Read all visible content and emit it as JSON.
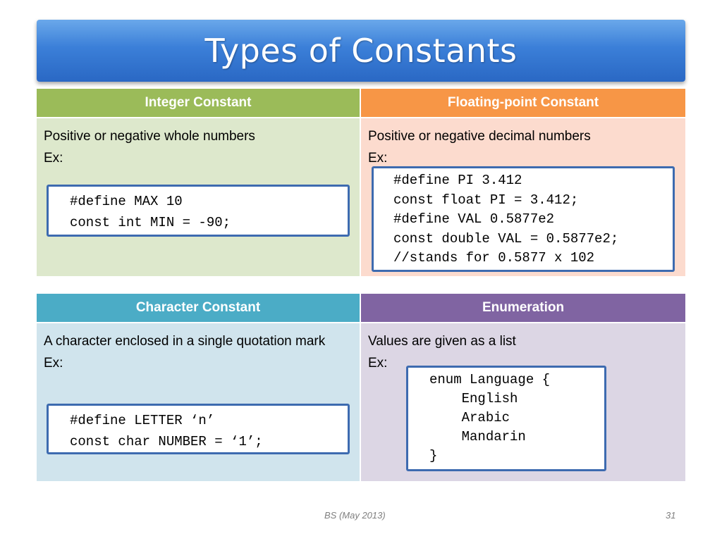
{
  "title": "Types of Constants",
  "table1": {
    "left": {
      "header": "Integer Constant",
      "description": "Positive or negative whole numbers",
      "ex": "Ex:",
      "code": [
        "#define MAX 10",
        "const int MIN = -90;"
      ]
    },
    "right": {
      "header": "Floating-point Constant",
      "description": "Positive or negative decimal numbers",
      "ex": "Ex:",
      "code": [
        "#define PI 3.412",
        "const float PI = 3.412;",
        "#define VAL 0.5877e2",
        "const double VAL = 0.5877e2;",
        "//stands for 0.5877 x 102"
      ]
    }
  },
  "table2": {
    "left": {
      "header": "Character Constant",
      "description": "A character enclosed in a single quotation mark",
      "ex": "Ex:",
      "code": [
        "#define LETTER ‘n’",
        "const char NUMBER = ‘1’;"
      ]
    },
    "right": {
      "header": "Enumeration",
      "description": "Values are given as a list",
      "ex": "Ex:",
      "code": [
        "enum Language {",
        "    English",
        "    Arabic",
        "    Mandarin",
        "}"
      ]
    }
  },
  "footer": {
    "date": "BS (May 2013)",
    "page": "31"
  },
  "colors": {
    "title_bar": "#3b7fd8",
    "integer_header": "#9bbb59",
    "float_header": "#f79646",
    "char_header": "#4bacc6",
    "enum_header": "#8064a2",
    "code_border": "#3d6bb0"
  }
}
